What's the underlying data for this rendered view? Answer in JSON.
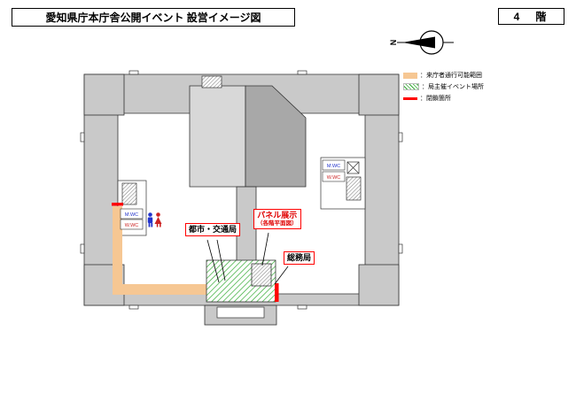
{
  "header": {
    "title": "愛知県庁本庁舎公開イベント 設営イメージ図",
    "floor_label": "4　階"
  },
  "compass": {
    "north_label": "N"
  },
  "legend": {
    "items": [
      {
        "key": "visitor-corridor",
        "label": "：来庁者通行可能範囲"
      },
      {
        "key": "event-area",
        "label": "：局主催イベント場所"
      },
      {
        "key": "closed-spot",
        "label": "：閉鎖箇所"
      }
    ]
  },
  "plan": {
    "labels": {
      "urban_transport_bureau": "都市・交通局",
      "panel_exhibit_title": "パネル展示",
      "panel_exhibit_sub": "（各階平面図）",
      "general_affairs_bureau": "総務局"
    },
    "wc": {
      "left_men": "M.WC",
      "left_women": "W.WC",
      "right_men": "M.WC",
      "right_women": "W.WC"
    }
  },
  "colors": {
    "visitor_corridor": "#F6C793",
    "event_hatch_green": "#33AA33",
    "closed_red": "#FF0000",
    "building_gray": "#C9C9C9",
    "label_border_red": "#FF0000"
  }
}
